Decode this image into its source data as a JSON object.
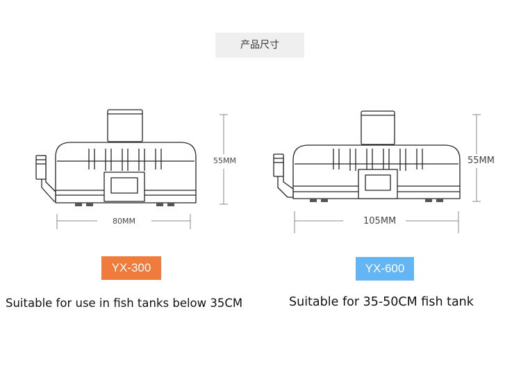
{
  "header": {
    "title": "产品尺寸"
  },
  "products": [
    {
      "model": "YX-300",
      "model_color": "#ef7c3c",
      "height_label": "55MM",
      "width_label": "80MM",
      "description": "Suitable for use in fish tanks below 35CM"
    },
    {
      "model": "YX-600",
      "model_color": "#64b5f3",
      "height_label": "55MM",
      "width_label": "105MM",
      "description": "Suitable for 35-50CM fish tank"
    }
  ]
}
